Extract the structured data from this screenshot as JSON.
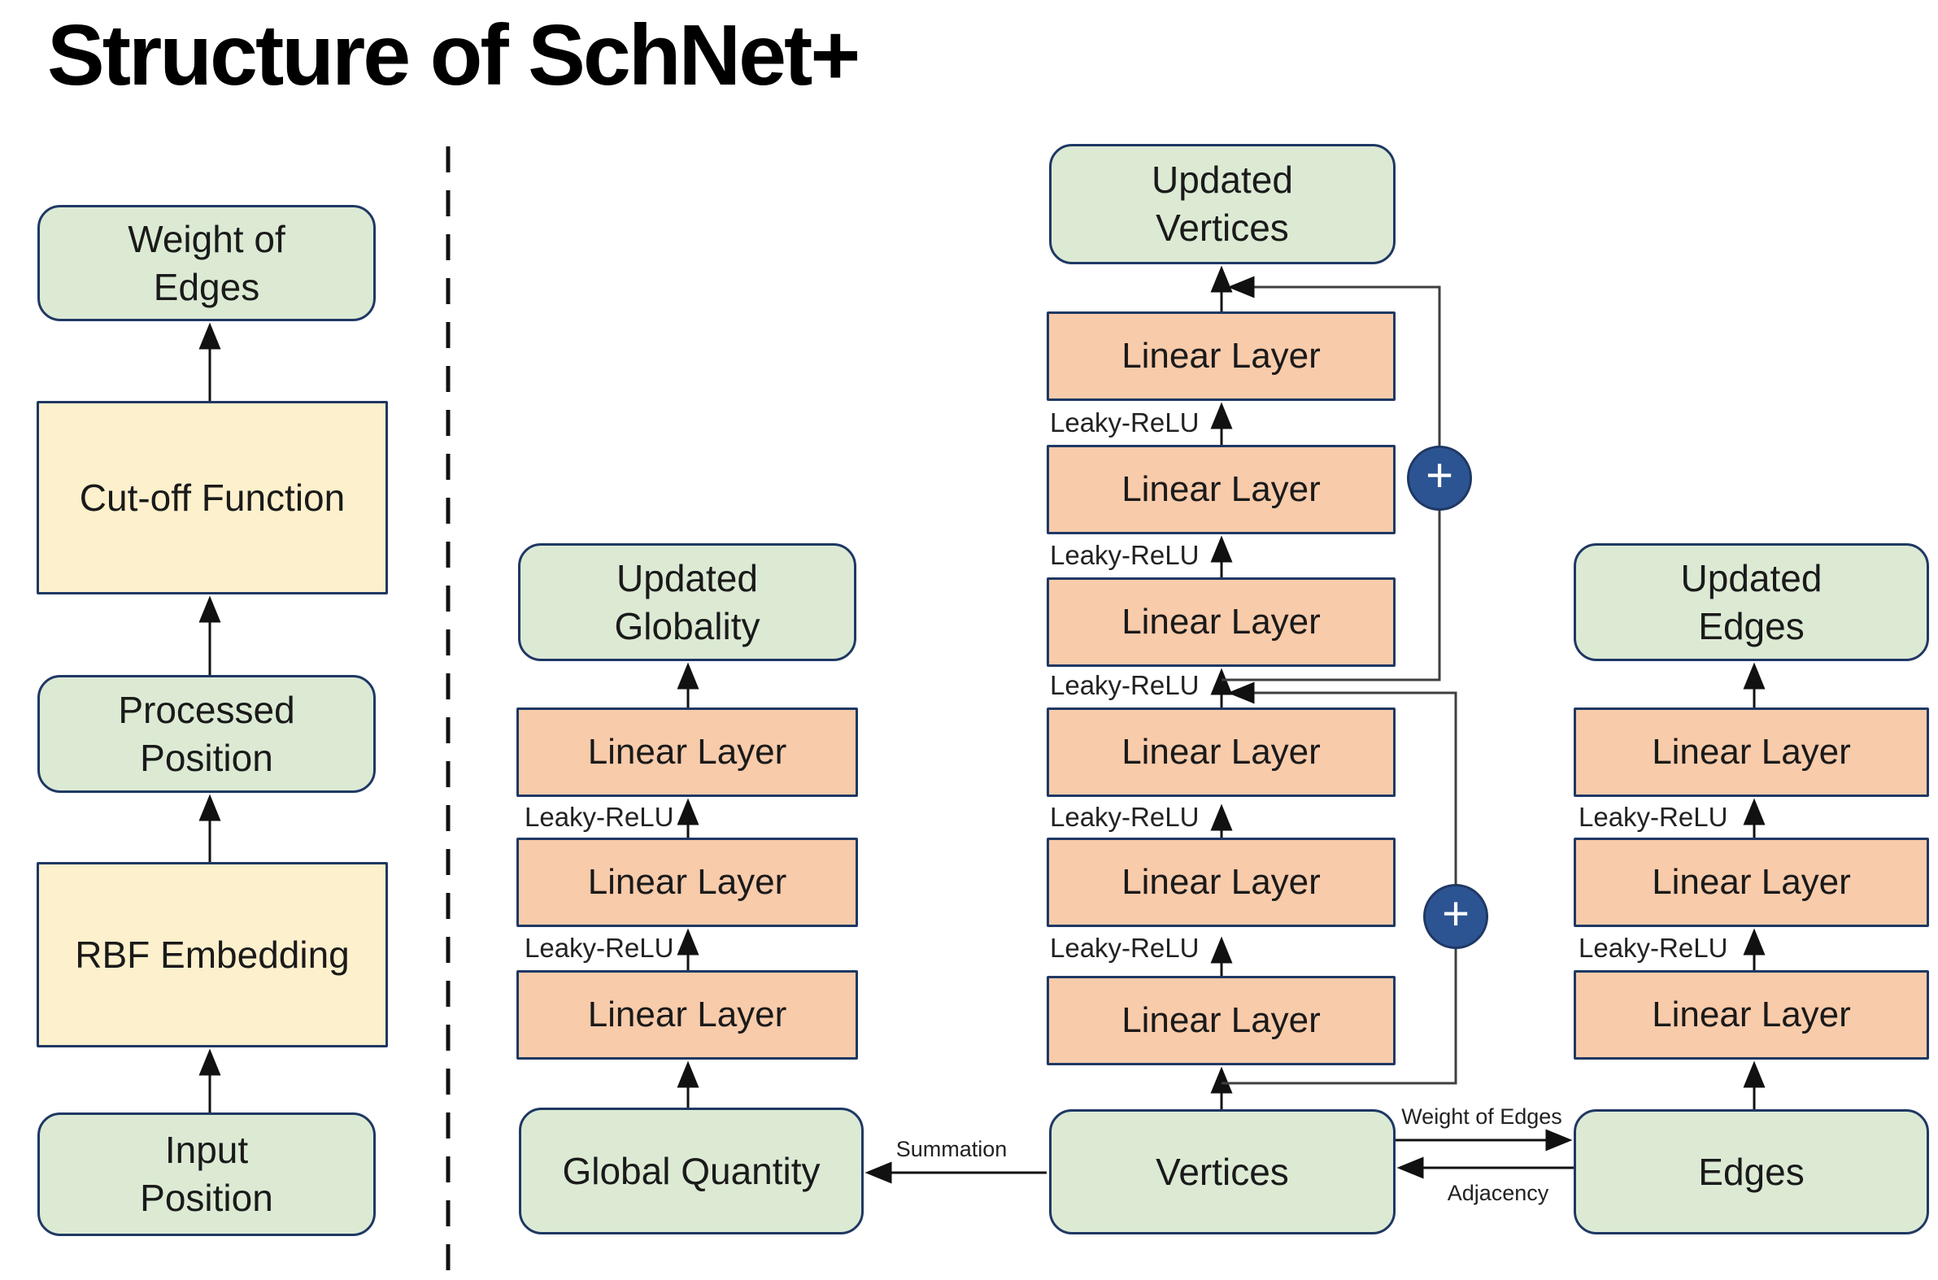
{
  "title": "Structure of SchNet+",
  "labels": {
    "linear_layer": "Linear Layer",
    "leaky_relu": "Leaky-ReLU",
    "plus": "+"
  },
  "left_pipeline": {
    "weight_of_edges": "Weight of\nEdges",
    "cutoff_function": "Cut-off Function",
    "processed_position": "Processed\nPosition",
    "rbf_embedding": "RBF Embedding",
    "input_position": "Input\nPosition"
  },
  "globality_branch": {
    "output": "Updated\nGlobality",
    "input": "Global Quantity"
  },
  "vertices_branch": {
    "output": "Updated\nVertices",
    "input": "Vertices"
  },
  "edges_branch": {
    "output": "Updated\nEdges",
    "input": "Edges"
  },
  "flow_labels": {
    "summation": "Summation",
    "weight_of_edges": "Weight of Edges",
    "adjacency": "Adjacency"
  },
  "colors": {
    "green_fill": "#dcead4",
    "orange_fill": "#f8cbaa",
    "yellow_fill": "#fdf0cc",
    "box_border": "#1f3864",
    "plus_fill": "#2d5492",
    "line_color": "#111111",
    "skip_color": "#3f3f3f"
  }
}
